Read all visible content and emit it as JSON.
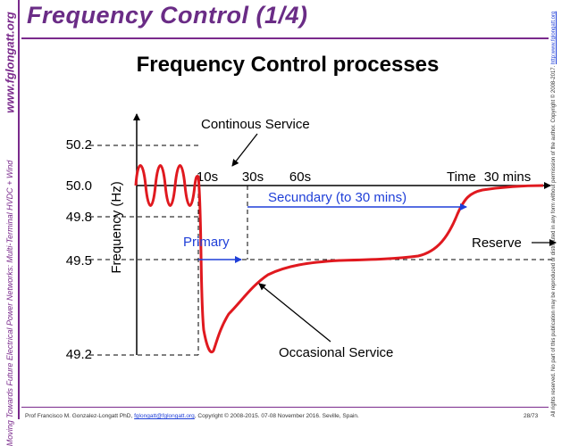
{
  "slide": {
    "title": "Frequency Control (1/4)",
    "subtitle": "Frequency Control processes"
  },
  "sidebar": {
    "url": "www.fglongatt.org",
    "subtitle": "Moving Towards Future Electrical Power Networks: Multi-Terminal HVDC + Wind"
  },
  "copyright": {
    "text": "All rights reserved. No part of this publication may be reproduced or distributed in any form without permission of the author. Copyright © 2008-2017.",
    "link": "http:www.fglongatt.org"
  },
  "footer": {
    "author": "Prof Francisco M. Gonzalez-Longatt PhD,",
    "email": "fglongatt@fglongatt.org",
    "rest": ", Copyright © 2008-2015. 07-08 November 2016. Seville, Spain.",
    "page": "28/73"
  },
  "diagram": {
    "y_axis_label": "Frequency (Hz)",
    "y_ticks": [
      "50.2",
      "50.0",
      "49.8",
      "49.5",
      "49.2"
    ],
    "x_ticks": [
      "10s",
      "30s",
      "60s"
    ],
    "time_label": "Time",
    "end_label": "30 mins",
    "labels": {
      "continuous": "Continous Service",
      "occasional": "Occasional Service",
      "primary": "Primary",
      "secondary": "Secundary (to 30 mins)",
      "reserve": "Reserve"
    },
    "colors": {
      "curve": "#e0191f",
      "bands": "#1f3fd8",
      "axis": "#000000"
    }
  }
}
